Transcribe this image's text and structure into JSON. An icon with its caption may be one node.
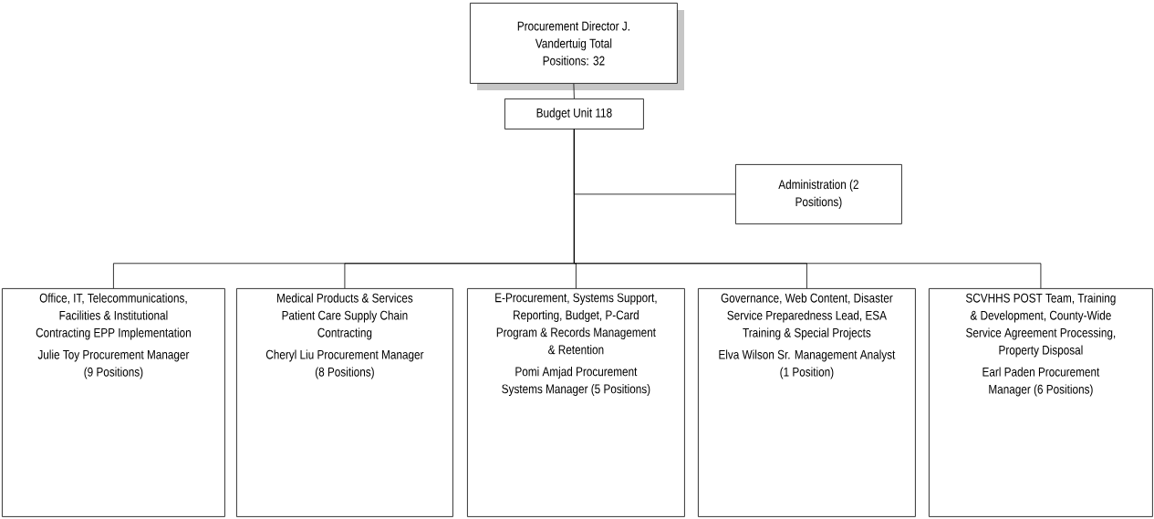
{
  "diagram": {
    "nodes": [
      {
        "text": [
          "Procurement Director J. Vandertuig Total Positions: 32"
        ]
      },
      {
        "text": [
          "Budget Unit 118"
        ]
      },
      {
        "text": [
          "Administration (2 Positions)"
        ]
      },
      {
        "text": [
          "Office, IT, Telecommunications, Facilities & Institutional Contracting EPP Implementation",
          "Julie Toy Procurement Manager (9 Positions)"
        ]
      },
      {
        "text": [
          "Medical Products & Services Patient Care Supply Chain Contracting",
          "Cheryl Liu Procurement Manager (8 Positions)"
        ]
      },
      {
        "text": [
          "E-Procurement, Systems Support, Reporting, Budget, P-Card Program & Records Management & Retention",
          "Pomi Amjad Procurement Systems Manager (5 Positions)"
        ]
      },
      {
        "text": [
          "Governance, Web Content, Disaster Service Preparedness Lead, ESA Training & Special Projects",
          "Elva Wilson Sr. Management Analyst (1 Position)"
        ]
      },
      {
        "text": [
          "SCVHHS POST Team, Training & Development, County-Wide Service Agreement Processing, Property Disposal",
          "Earl Paden Procurement Manager (6 Positions)"
        ]
      }
    ],
    "edges": [
      {
        "from": 0,
        "to": 1,
        "arrow": "none"
      },
      {
        "from": 1,
        "to": 2,
        "arrow": "none"
      },
      {
        "from": 1,
        "to": 3,
        "arrow": "none"
      },
      {
        "from": 1,
        "to": 4,
        "arrow": "none"
      },
      {
        "from": 1,
        "to": 5,
        "arrow": "none"
      },
      {
        "from": 1,
        "to": 6,
        "arrow": "none"
      },
      {
        "from": 1,
        "to": 7,
        "arrow": "none"
      }
    ]
  }
}
